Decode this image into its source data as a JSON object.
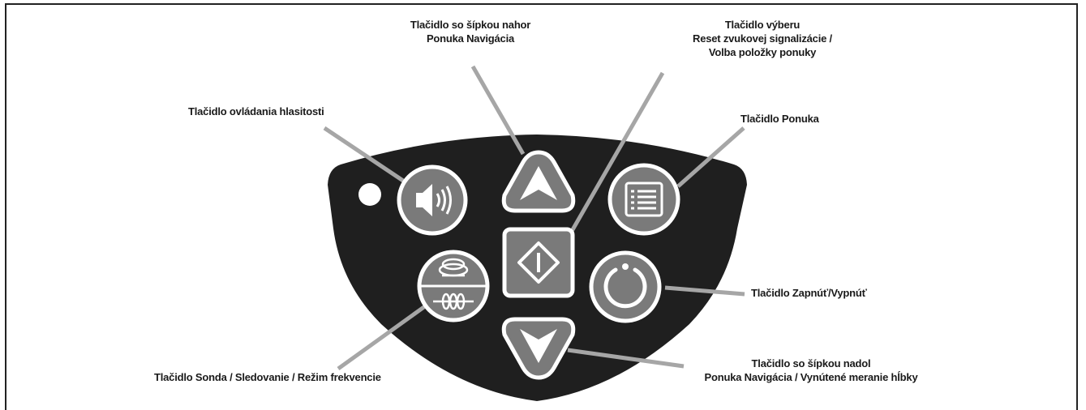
{
  "labels": {
    "volume": {
      "lines": [
        "Tlačidlo ovládania hlasitosti"
      ]
    },
    "up": {
      "lines": [
        "Tlačidlo so šípkou nahor",
        "Ponuka Navigácia"
      ]
    },
    "select": {
      "lines": [
        "Tlačidlo výberu",
        "Reset zvukovej signalizácie /",
        "Volba položky ponuky"
      ]
    },
    "menu": {
      "lines": [
        "Tlačidlo Ponuka"
      ]
    },
    "power": {
      "lines": [
        "Tlačidlo Zapnúť/Vypnúť"
      ]
    },
    "down": {
      "lines": [
        "Tlačidlo so šípkou nadol",
        "Ponuka Navigácia / Vynútené meranie hĺbky"
      ]
    },
    "mode": {
      "lines": [
        "Tlačidlo Sonda / Sledovanie / Režim frekvencie"
      ]
    }
  },
  "buttons": [
    {
      "id": "volume",
      "icon": "speaker-icon",
      "shape": "circle"
    },
    {
      "id": "up",
      "icon": "arrow-up-icon",
      "shape": "triangle"
    },
    {
      "id": "menu",
      "icon": "list-menu-icon",
      "shape": "circle"
    },
    {
      "id": "select",
      "icon": "diamond-select-icon",
      "shape": "square"
    },
    {
      "id": "mode",
      "icon": "sonde-line-mode-icon",
      "shape": "circle"
    },
    {
      "id": "power",
      "icon": "power-icon",
      "shape": "circle"
    },
    {
      "id": "down",
      "icon": "arrow-down-icon",
      "shape": "triangle"
    }
  ],
  "colors": {
    "panel": "#1f1f1f",
    "button_fill": "#7a7a7a",
    "button_ring": "#ffffff",
    "leader_line": "#a6a6a6",
    "indicator": "#ffffff"
  }
}
